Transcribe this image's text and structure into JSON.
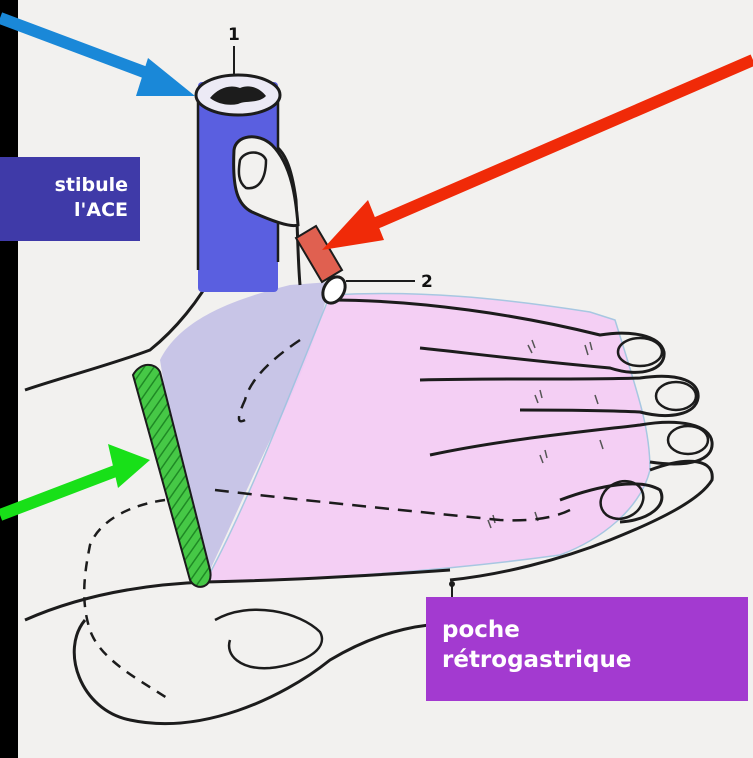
{
  "labels": {
    "vestibule_line1": "stibule",
    "vestibule_line2": "l'ACE",
    "poche_line1": "poche",
    "poche_line2": "rétrogastrique",
    "number_1": "1",
    "number_2": "2"
  },
  "colors": {
    "background": "#000000",
    "paper": "#f2f1ef",
    "vessel_blue": "#5a5fe0",
    "artery_red": "#e06050",
    "ring_green": "#40c840",
    "pocket_pink": "#f4c8f4",
    "arrow_blue": "#1a88d8",
    "arrow_red": "#f02a08",
    "arrow_green": "#18e018",
    "box_vestibule": "#3f3aa8",
    "box_poche": "#a33ad0"
  }
}
